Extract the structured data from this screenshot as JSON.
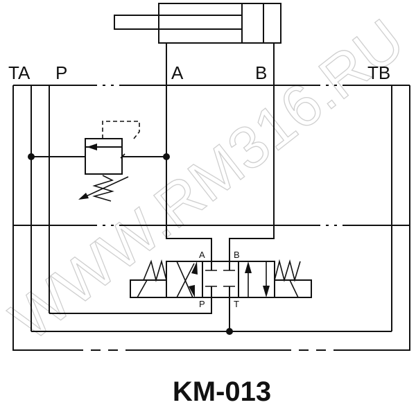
{
  "ports_top": {
    "ta": "TA",
    "p": "P",
    "a": "A",
    "b": "B",
    "tb": "TB"
  },
  "valve_ports": {
    "a": "A",
    "b": "B",
    "p": "P",
    "t": "T"
  },
  "title": "KM-013",
  "watermark": "WWW.RM316.RU"
}
